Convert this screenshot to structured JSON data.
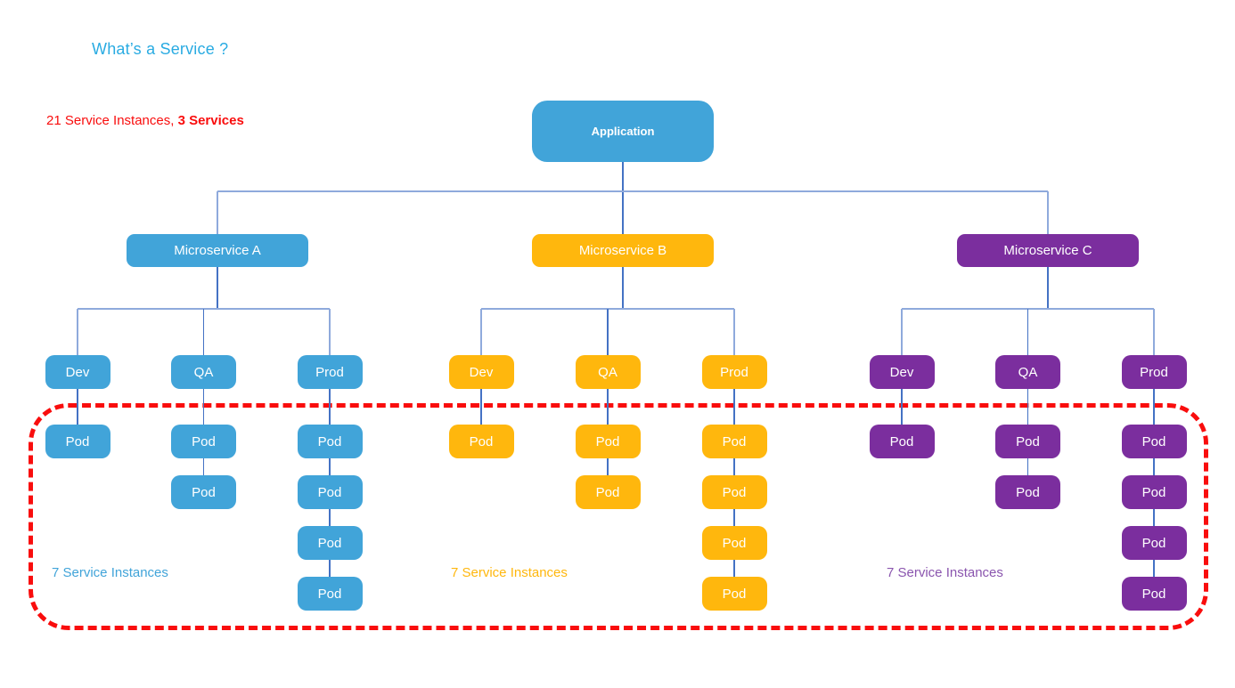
{
  "title": "What’s a Service ?",
  "summary": {
    "normal": "21 Service Instances, ",
    "bold": "3 Services"
  },
  "root": {
    "label": "Application"
  },
  "pod_label": "Pod",
  "groups": [
    {
      "id": "microservice-a",
      "label": "Microservice A",
      "box_color": "#41A4D9",
      "label_color": "#41A4D9",
      "instances_label": "7 Service Instances",
      "envs": [
        {
          "label": "Dev",
          "pods": 1
        },
        {
          "label": "QA",
          "pods": 2
        },
        {
          "label": "Prod",
          "pods": 4
        }
      ]
    },
    {
      "id": "microservice-b",
      "label": "Microservice B",
      "box_color": "#FFB70D",
      "label_color": "#FFB70D",
      "instances_label": "7 Service Instances",
      "envs": [
        {
          "label": "Dev",
          "pods": 1
        },
        {
          "label": "QA",
          "pods": 2
        },
        {
          "label": "Prod",
          "pods": 4
        }
      ]
    },
    {
      "id": "microservice-c",
      "label": "Microservice C",
      "box_color": "#7B2E9E",
      "label_color": "#8A55AE",
      "instances_label": "7 Service Instances",
      "envs": [
        {
          "label": "Dev",
          "pods": 1
        },
        {
          "label": "QA",
          "pods": 2
        },
        {
          "label": "Prod",
          "pods": 4
        }
      ]
    }
  ],
  "colors": {
    "title": "#29ABE2",
    "summary_red": "#F90D0D",
    "outline_red": "#F90D0D",
    "root_blue": "#41A4D9",
    "line_light": "#8FAADC",
    "line_dark": "#4472C4"
  }
}
